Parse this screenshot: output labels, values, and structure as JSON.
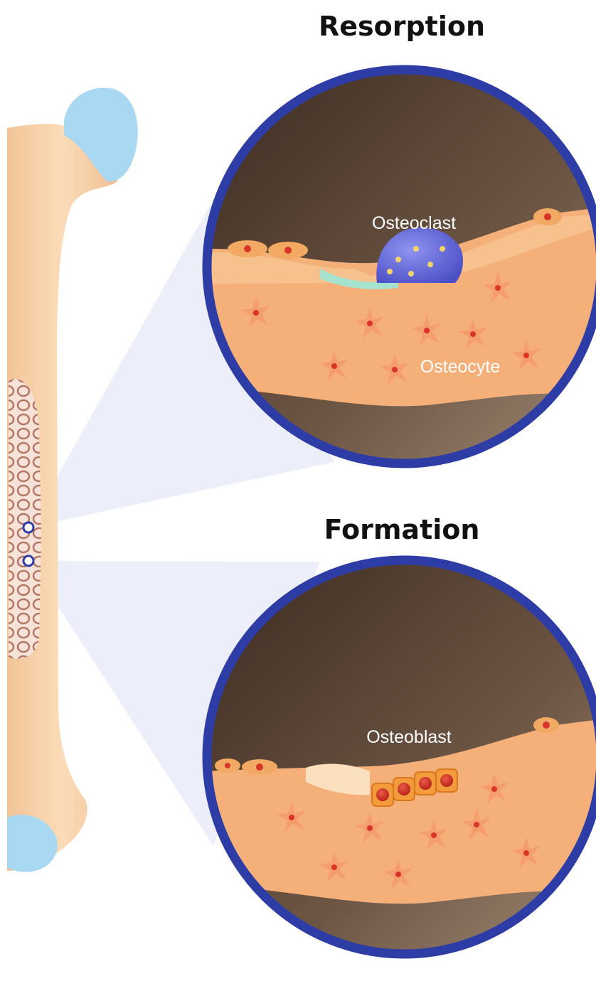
{
  "diagram": {
    "resorption_title": "Resorption",
    "formation_title": "Formation",
    "osteoclast_label": "Osteoclast",
    "osteocyte_label": "Osteocyte",
    "osteoblast_label": "Osteoblast"
  },
  "colors": {
    "ring": "#2e3da6",
    "bone": "#f8cfa2",
    "bone_tissue": "#f5b07a",
    "cartilage": "#a8d8f2",
    "osteoclast": "#5b5fd6",
    "osteoblast": "#f39a3c",
    "cell_nucleus": "#d9342a",
    "cavity": "#5a4536"
  }
}
